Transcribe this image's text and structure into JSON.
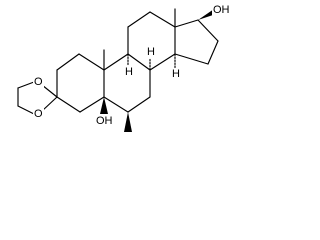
{
  "diagram": {
    "type": "skeletal-structural-formula",
    "labels": {
      "oh_top": "OH",
      "oh_bottom": "OH",
      "ether_o1": "O",
      "ether_o2": "O",
      "h1": "H",
      "h2": "H",
      "h3": "H"
    },
    "colors": {
      "ink": "#000000",
      "background": "#ffffff"
    }
  }
}
